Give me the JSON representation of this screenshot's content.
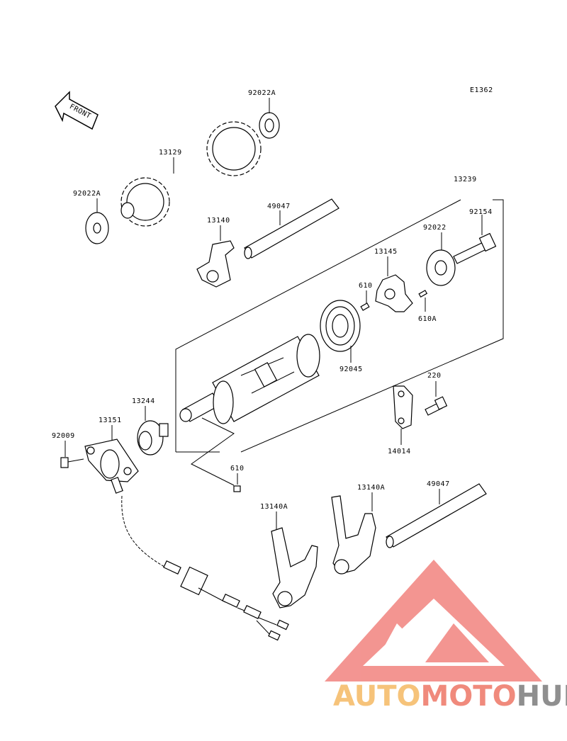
{
  "diagram": {
    "code": "E1362",
    "front_label": "FRONT",
    "parts": [
      "92022A",
      "13129",
      "92022A",
      "13239",
      "92154",
      "49047",
      "13140",
      "92022",
      "13145",
      "610",
      "610A",
      "92045",
      "220",
      "13244",
      "13151",
      "92009",
      "14014",
      "610",
      "13140A",
      "13140A",
      "49047"
    ]
  },
  "watermark": {
    "prefix": "AUTO",
    "middle": "MOTO",
    "suffix": "HUB",
    "colors": {
      "prefix": "#f6c37a",
      "middle": "#f08a7c",
      "suffix": "#8f8f8f",
      "logo": "#f28a86"
    }
  }
}
